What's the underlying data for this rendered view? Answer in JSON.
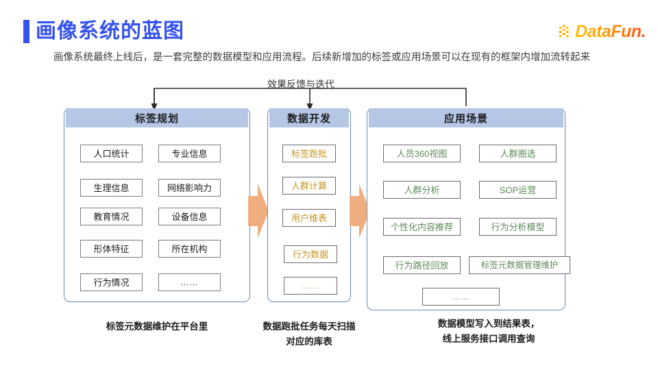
{
  "page": {
    "title": "画像系统的蓝图",
    "subtitle": "画像系统最终上线后，是一套完整的数据模型和应用流程。后续新增加的标签或应用场景可以在现有的框架内增加流转起来",
    "accent_color": "#3452EE"
  },
  "logo": {
    "text": "DataFun.",
    "dots_icon": "dot-grid-icon",
    "color_start": "#FFC20E",
    "color_end": "#F4511E"
  },
  "diagram": {
    "feedback_label": "效果反馈与迭代",
    "header_bg": "#B6C7E5",
    "panel_border": "#6B87B8",
    "arrow_color": "#F0AE80",
    "panels": [
      {
        "id": "plan",
        "title": "标签规划",
        "caption": "标签元数据维护在平台里",
        "text_color": "#1b1b1b",
        "columns": 2,
        "chips": [
          "人口统计",
          "专业信息",
          "生理信息",
          "网络影响力",
          "教育情况",
          "设备信息",
          "形体特征",
          "所在机构",
          "行为情况",
          "……"
        ]
      },
      {
        "id": "dev",
        "title": "数据开发",
        "caption_line1": "数据跑批任务每天扫描",
        "caption_line2": "对应的库表",
        "text_color": "#C79520",
        "columns": 1,
        "chips": [
          "标签跑批",
          "人群计算",
          "用户维表",
          "行为数据",
          "……"
        ]
      },
      {
        "id": "app",
        "title": "应用场景",
        "caption_line1": "数据模型写入到结果表，",
        "caption_line2": "线上服务接口调用查询",
        "text_color": "#5E8B58",
        "columns": 2,
        "chips": [
          "人员360视图",
          "人群圈选",
          "人群分析",
          "SOP运营",
          "个性化内容推荐",
          "行为分析模型",
          "行为路径回放",
          "标签元数据管理维护",
          "……"
        ]
      }
    ]
  }
}
